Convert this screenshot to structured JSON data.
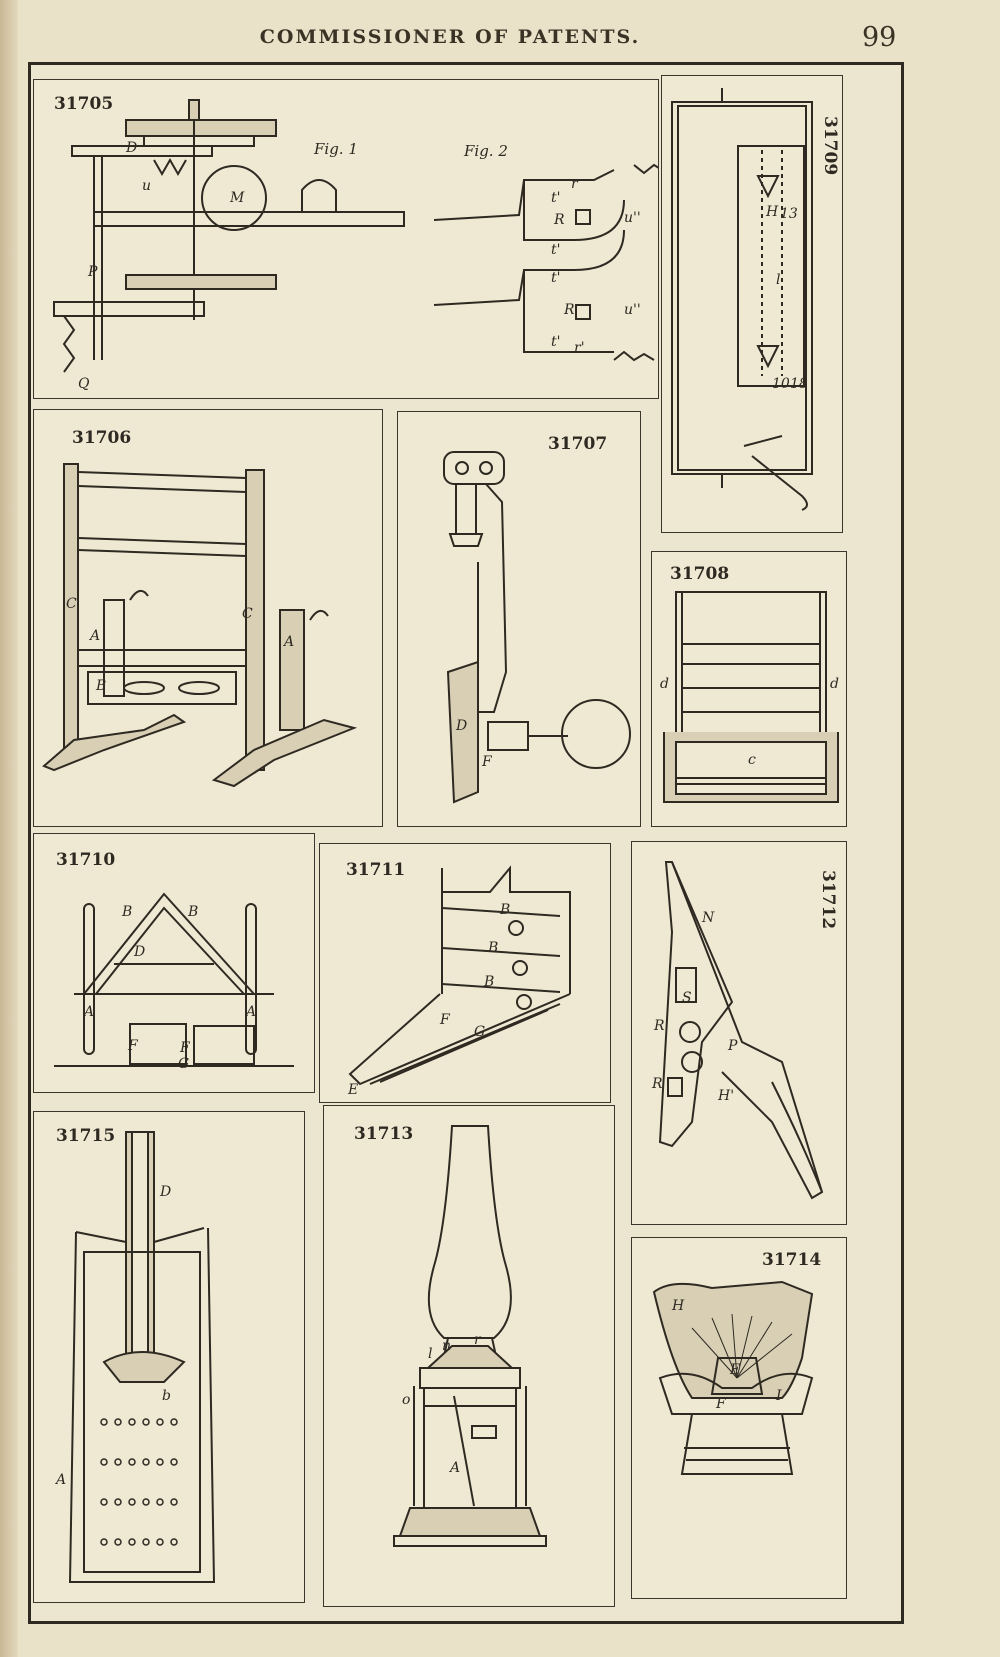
{
  "header": {
    "title": "COMMISSIONER OF PATENTS.",
    "page_number": "99"
  },
  "panels": {
    "p31705": {
      "number": "31705",
      "fig1": "Fig. 1",
      "fig2": "Fig. 2",
      "labels": {
        "D": "D",
        "u": "u",
        "M": "M",
        "P": "P",
        "Q": "Q",
        "R1": "R",
        "R2": "R",
        "t1": "t'",
        "t2": "t'",
        "t3": "t'",
        "t4": "t'",
        "u1": "u''",
        "u2": "u''",
        "r1": "r",
        "r2": "r'"
      }
    },
    "p31709": {
      "number": "31709",
      "labels": {
        "H": "H",
        "l": "l",
        "n13": "13",
        "n10": "10",
        "n18": "18"
      }
    },
    "p31706": {
      "number": "31706",
      "labels": {
        "C1": "C",
        "C2": "C",
        "A1": "A",
        "A2": "A",
        "B": "B"
      }
    },
    "p31707": {
      "number": "31707",
      "labels": {
        "D": "D",
        "F": "F"
      }
    },
    "p31708": {
      "number": "31708",
      "labels": {
        "d1": "d",
        "d2": "d",
        "c": "c"
      }
    },
    "p31710": {
      "number": "31710",
      "labels": {
        "B1": "B",
        "B2": "B",
        "D": "D",
        "A1": "A",
        "A2": "A",
        "F1": "F",
        "F2": "F",
        "G": "G"
      }
    },
    "p31711": {
      "number": "31711",
      "labels": {
        "B1": "B",
        "B2": "B",
        "B3": "B",
        "F": "F",
        "G": "G",
        "E": "E"
      }
    },
    "p31712": {
      "number": "31712",
      "labels": {
        "N": "N",
        "S": "S",
        "R1": "R",
        "R2": "R",
        "P": "P",
        "H": "H'"
      }
    },
    "p31715": {
      "number": "31715",
      "labels": {
        "D": "D",
        "A": "A",
        "b": "b"
      }
    },
    "p31713": {
      "number": "31713",
      "labels": {
        "r": "r",
        "n": "n",
        "l": "l",
        "o": "o",
        "A": "A"
      }
    },
    "p31714": {
      "number": "31714",
      "labels": {
        "H": "H",
        "E": "E",
        "F": "F",
        "I": "I"
      }
    }
  }
}
